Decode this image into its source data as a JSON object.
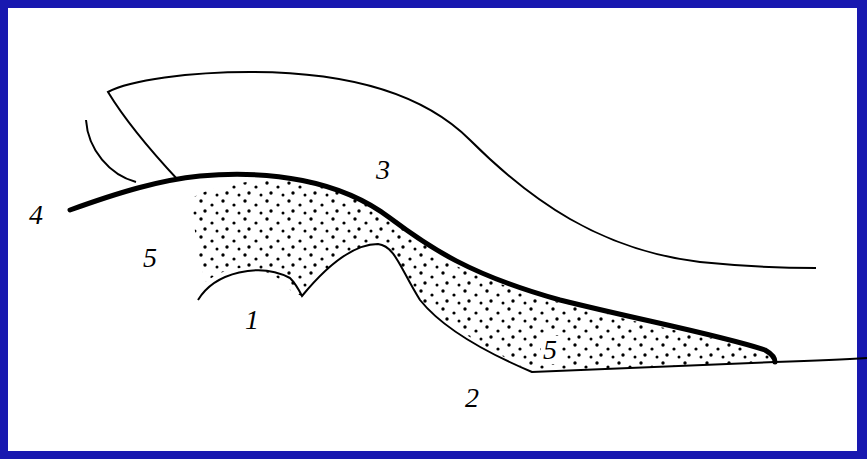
{
  "diagram": {
    "labels": [
      "3",
      "4",
      "5",
      "1",
      "5",
      "2"
    ]
  }
}
